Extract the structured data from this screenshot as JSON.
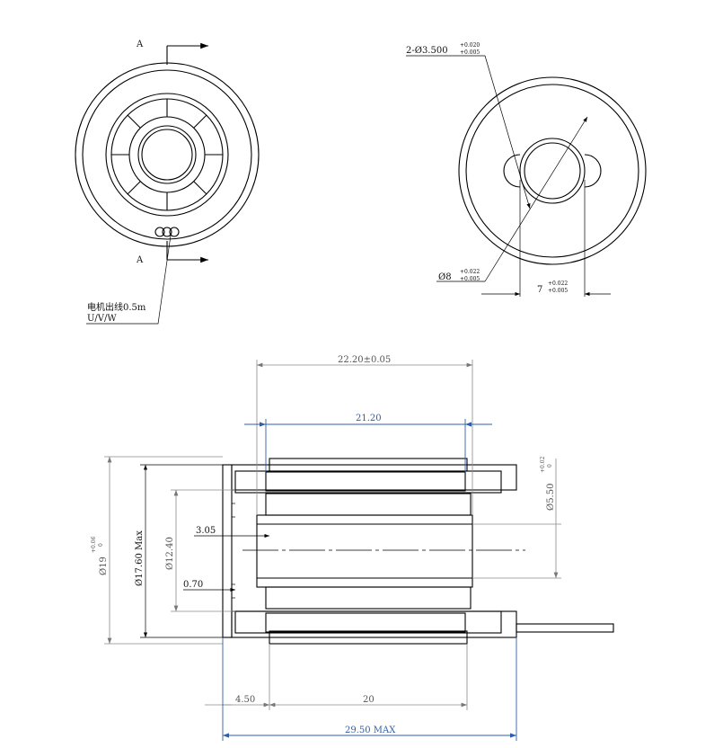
{
  "front_view": {
    "section_label_top": "A",
    "section_label_bottom": "A",
    "lead_note_line1": "电机出线0.5m",
    "lead_note_line2": "U/V/W"
  },
  "back_view": {
    "hole_callout": "2-Ø3.500",
    "hole_tol_upper": "+0.020",
    "hole_tol_lower": "+0.005",
    "boss_callout": "Ø8",
    "boss_tol_upper": "+0.022",
    "boss_tol_lower": "+0.005",
    "spacing_value": "7",
    "spacing_tol_upper": "+0.022",
    "spacing_tol_lower": "+0.005"
  },
  "section_view": {
    "dim_overall_top": "22.20±0.05",
    "dim_blue_top": "21.20",
    "dim_dia19": "Ø19",
    "dim_dia19_tol_upper": "+0.06",
    "dim_dia19_tol_lower": "0",
    "dim_dia17": "Ø17.60 Max",
    "dim_dia12": "Ø12.40",
    "dim_dia5": "Ø5.50",
    "dim_dia5_tol_upper": "+0.02",
    "dim_dia5_tol_lower": "0",
    "dim_305": "3.05",
    "dim_070": "0.70",
    "dim_450": "4.50",
    "dim_20": "20",
    "dim_max": "29.50 MAX"
  },
  "colors": {
    "line": "#000000",
    "dimension_grey": "#8a8a8a",
    "dimension_blue": "#2f5fa8"
  }
}
